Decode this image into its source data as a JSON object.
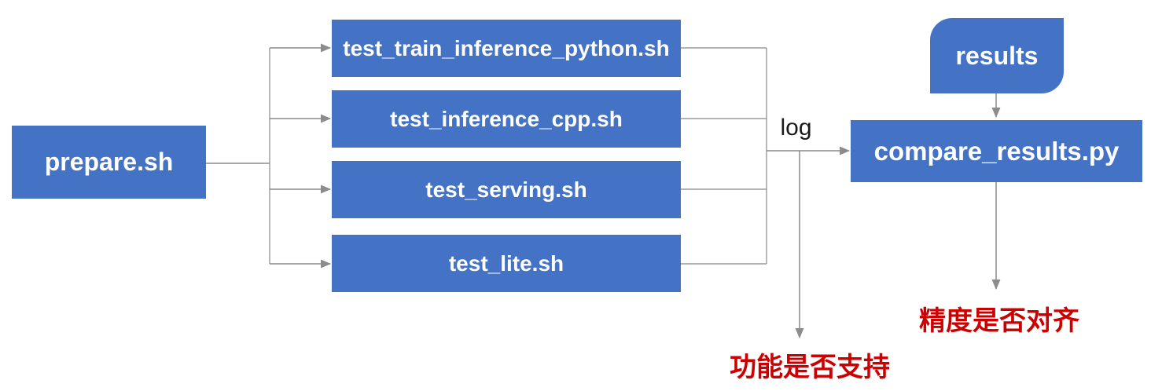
{
  "diagram": {
    "nodes": {
      "prepare": {
        "label": "prepare.sh",
        "shape": "rectangle"
      },
      "tests": [
        {
          "label": "test_train_inference_python.sh",
          "shape": "rectangle"
        },
        {
          "label": "test_inference_cpp.sh",
          "shape": "rectangle"
        },
        {
          "label": "test_serving.sh",
          "shape": "rectangle"
        },
        {
          "label": "test_lite.sh",
          "shape": "rectangle"
        }
      ],
      "results": {
        "label": "results",
        "shape": "rounded-card"
      },
      "compare": {
        "label": "compare_results.py",
        "shape": "rectangle"
      }
    },
    "edge_labels": {
      "log": "log"
    },
    "annotations": {
      "function_support": "功能是否支持",
      "precision_align": "精度是否对齐"
    },
    "edges": [
      "prepare.sh -> test_train_inference_python.sh",
      "prepare.sh -> test_inference_cpp.sh",
      "prepare.sh -> test_serving.sh",
      "prepare.sh -> test_lite.sh",
      "tests -> (log) -> compare_results.py",
      "log -> 功能是否支持",
      "results -> compare_results.py",
      "compare_results.py -> 精度是否对齐"
    ],
    "colors": {
      "node_fill": "#4472C4",
      "node_text": "#FFFFFF",
      "connector": "#8C8C8C",
      "edge_label_text": "#1A1A1A",
      "annotation_text": "#CC0000",
      "background": "#FFFFFF"
    }
  }
}
